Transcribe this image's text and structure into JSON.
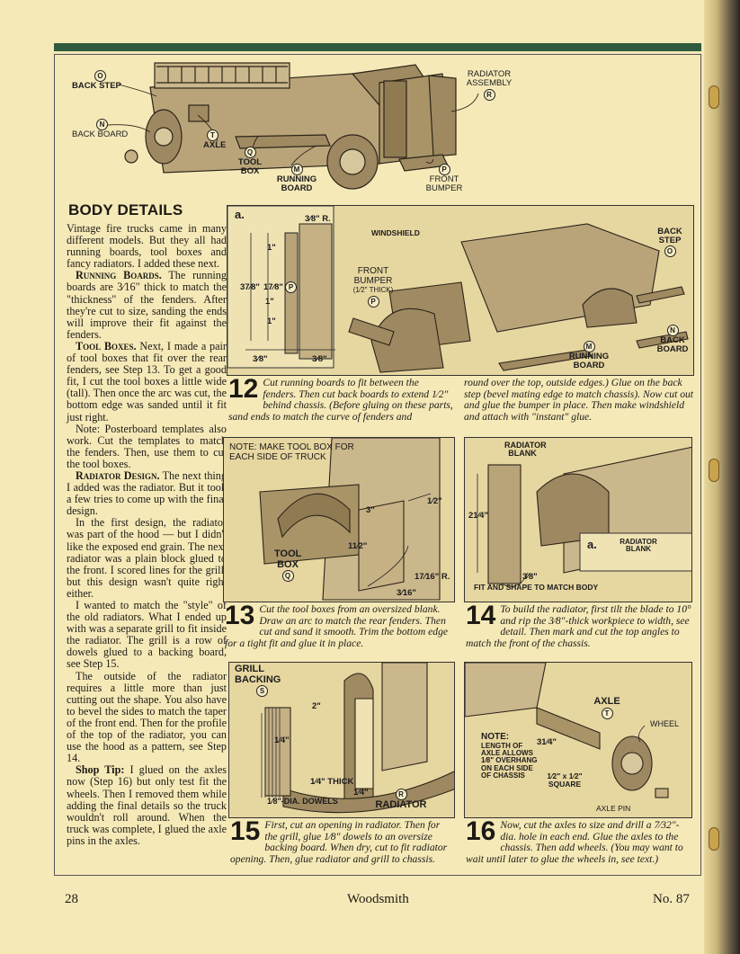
{
  "hero": {
    "labels": {
      "back_step": "BACK STEP",
      "back_step_ref": "O",
      "back_board": "BACK BOARD",
      "back_board_ref": "N",
      "axle": "AXLE",
      "axle_ref": "T",
      "tool_box": "TOOL BOX",
      "tool_box_ref": "Q",
      "running_board": "RUNNING BOARD",
      "running_board_ref": "M",
      "front_bumper": "FRONT BUMPER",
      "front_bumper_ref": "P",
      "radiator_assembly": "RADIATOR ASSEMBLY",
      "radiator_ref": "R"
    }
  },
  "title": "BODY DETAILS",
  "body_text": {
    "p1": "Vintage fire trucks came in many different models. But they all had running boards, tool boxes and fancy radiators. I added these next.",
    "p2_head": "Running Boards.",
    "p2": " The running boards are 3⁄16\" thick to match the \"thickness\" of the fenders. After they're cut to size, sanding the ends will improve their fit against the fenders.",
    "p3_head": "Tool Boxes.",
    "p3": " Next, I made a pair of tool boxes that fit over the rear fenders, see Step 13. To get a good fit, I cut the tool boxes a little wide (tall). Then once the arc was cut, the bottom edge was sanded until it fit just right.",
    "p4": "Note: Posterboard templates also work. Cut the templates to match the fenders. Then, use them to cut the tool boxes.",
    "p5_head": "Radiator Design.",
    "p5": " The next thing I added was the radiator. But it took a few tries to come up with the final design.",
    "p6": "In the first design, the radiator was part of the hood — but I didn't like the exposed end grain. The next radiator was a plain block glued to the front. I scored lines for the grill, but this design wasn't quite right either.",
    "p7": "I wanted to match the \"style\" of the old radiators. What I ended up with was a separate grill to fit inside the radiator. The grill is a row of dowels glued to a backing board, see Step 15.",
    "p8": "The outside of the radiator requires a little more than just cutting out the shape. You also have to bevel the sides to match the taper of the front end. Then for the profile of the top of the radiator, you can use the hood as a pattern, see Step 14.",
    "p9_head": "Shop Tip:",
    "p9": " I glued on the axles now (Step 16) but only test fit the wheels. Then I removed them while adding the final details so the truck wouldn't roll around. When the truck was complete, I glued the axle pins in the axles."
  },
  "step12": {
    "num": "12",
    "detail_letter": "a.",
    "dims": [
      "3⁄8\" R.",
      "1\"",
      "1\"",
      "37⁄8\"",
      "17⁄8\"",
      "1\"",
      "3⁄8\"",
      "3⁄8\""
    ],
    "detail_ref": "P",
    "windshield": "WINDSHIELD",
    "front_bumper": "FRONT BUMPER",
    "front_bumper_thick": "(1⁄2\" THICK)",
    "bumper_ref": "P",
    "back_step": "BACK STEP",
    "back_step_ref": "O",
    "back_board": "BACK BOARD",
    "back_board_ref": "N",
    "running_board": "RUNNING BOARD",
    "running_board_ref": "M",
    "caption_left": "Cut running boards to fit between the fenders. Then cut back boards to extend 1⁄2\" behind chassis. (Before gluing on these parts, sand ends to match the curve of fenders and",
    "caption_right": "round over the top, outside edges.) Glue on the back step (bevel mating edge to match chassis). Now cut out and glue the bumper in place. Then make windshield and attach with \"instant\" glue."
  },
  "step13": {
    "num": "13",
    "note": "NOTE: MAKE TOOL BOX FOR EACH SIDE OF TRUCK",
    "dim_half": "1⁄2\"",
    "dim_3": "3\"",
    "dim_1half": "11⁄2\"",
    "dim_r": "17⁄16\" R.",
    "dim_316": "3⁄16\"",
    "tool_box": "TOOL BOX",
    "tool_box_ref": "Q",
    "caption": "Cut the tool boxes from an oversized blank. Draw an arc to match the rear fenders. Then cut and sand it smooth. Trim the bottom edge for a tight fit and glue it in place."
  },
  "step14": {
    "num": "14",
    "blank": "RADIATOR BLANK",
    "dim_214": "21⁄4\"",
    "dim_38": "3⁄8\"",
    "fit": "FIT AND SHAPE TO MATCH BODY",
    "detail_letter": "a.",
    "detail_label": "RADIATOR BLANK",
    "caption": "To build the radiator, first tilt the blade to 10° and rip the 3⁄8\"-thick workpiece to width, see detail. Then mark and cut the top angles to match the front of the chassis."
  },
  "step15": {
    "num": "15",
    "grill": "GRILL BACKING",
    "grill_ref": "S",
    "dim_2": "2\"",
    "dim_14a": "1⁄4\"",
    "dim_14b": "1⁄4\" THICK",
    "dim_14c": "1⁄4\"",
    "dowels": "1⁄8\"-DIA. DOWELS",
    "radiator": "RADIATOR",
    "radiator_ref": "R",
    "caption": "First, cut an opening in radiator. Then for the grill, glue 1⁄8\" dowels to an oversize backing board. When dry, cut to fit radiator opening. Then, glue radiator and grill to chassis."
  },
  "step16": {
    "num": "16",
    "axle": "AXLE",
    "axle_ref": "T",
    "wheel": "WHEEL",
    "note_head": "NOTE:",
    "note": "LENGTH OF AXLE ALLOWS 1⁄8\" OVERHANG ON EACH SIDE OF CHASSIS",
    "dim_314": "31⁄4\"",
    "square": "1⁄2\" x 1⁄2\" SQUARE",
    "axle_pin": "AXLE PIN",
    "caption": "Now, cut the axles to size and drill a 7⁄32\"-dia. hole in each end. Glue the axles to the chassis. Then add wheels. (You may want to wait until later to glue the wheels in, see text.)"
  },
  "footer": {
    "page": "28",
    "magazine": "Woodsmith",
    "issue": "No. 87"
  },
  "colors": {
    "paper": "#f5e9b8",
    "green_rule": "#2f5a3e",
    "wood": "#b9a47a"
  }
}
